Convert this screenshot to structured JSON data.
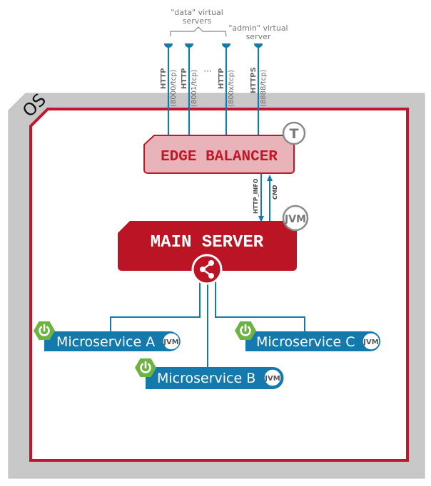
{
  "colors": {
    "os_fill": "#c8c8c8",
    "os_border": "#b4b4b4",
    "container_border": "#c0182a",
    "edge_fill": "#e8b4ba",
    "edge_border": "#c0182a",
    "edge_text": "#c0182a",
    "main_fill": "#bb1525",
    "main_text": "#ffffff",
    "line_blue": "#1479ad",
    "ms_fill": "#1479ad",
    "spring_green": "#6cb33f",
    "badge_gray": "#8a8a8a",
    "label_gray": "#777777"
  },
  "os": {
    "label": "OS"
  },
  "annotations": {
    "data_group": [
      "\"data\" virtual",
      "servers"
    ],
    "admin_group": [
      "\"admin\" virtual",
      "server"
    ],
    "ellipsis": "···"
  },
  "ports": [
    {
      "protocol": "HTTP",
      "port": "(8000/tcp)"
    },
    {
      "protocol": "HTTP",
      "port": "(8001/tcp)"
    },
    {
      "protocol": "HTTP",
      "port": "(800x/tcp)"
    },
    {
      "protocol": "HTTPS",
      "port": "(8888/tcp)"
    }
  ],
  "edge_balancer": {
    "label": "EDGE BALANCER",
    "badge": "T"
  },
  "links": {
    "down": "HTTP_INFO",
    "up": "CMD"
  },
  "main_server": {
    "label": "MAIN SERVER",
    "badge": "JVM",
    "hub_icon": "share-icon"
  },
  "microservices": [
    {
      "label": "Microservice A",
      "badge": "JVM",
      "icon": "spring-power-icon"
    },
    {
      "label": "Microservice B",
      "badge": "JVM",
      "icon": "spring-power-icon"
    },
    {
      "label": "Microservice C",
      "badge": "JVM",
      "icon": "spring-power-icon"
    }
  ]
}
